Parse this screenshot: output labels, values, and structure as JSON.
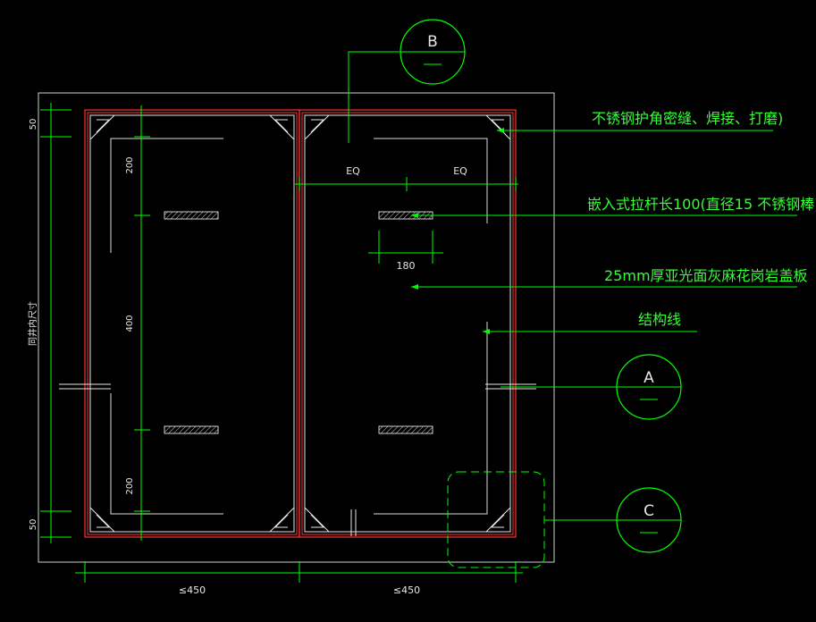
{
  "callouts": {
    "B": "B",
    "A": "A",
    "C": "C"
  },
  "labels": {
    "edge_protection": "不锈钢护角密缝、焊接、打磨)",
    "pull_rod": "嵌入式拉杆长100(直径15 不锈钢棒)",
    "cover_plate": "25mm厚亚光面灰麻花岗岩盖板",
    "structure_line": "结构线"
  },
  "dims": {
    "left_total": "同井内尺寸",
    "d50_top": "50",
    "d200_top": "200",
    "d400": "400",
    "d200_bottom": "200",
    "d50_bottom": "50",
    "eq_left": "EQ",
    "eq_right": "EQ",
    "d180": "180",
    "bottom_left": "≤450",
    "bottom_right": "≤450"
  },
  "colors": {
    "background": "#000000",
    "leader": "#00ff00",
    "outline": "#e6e6e6",
    "frame": "#ff3333"
  }
}
